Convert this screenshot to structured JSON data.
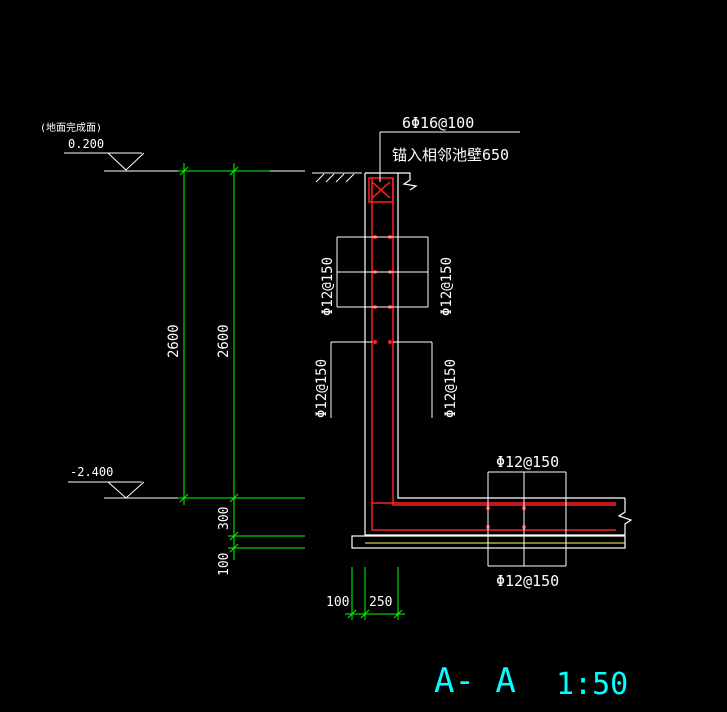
{
  "elevation_top": {
    "note": "(地面完成面)",
    "value": "0.200"
  },
  "elevation_bottom": {
    "value": "-2.400"
  },
  "dims": {
    "height_outer": "2600",
    "height_inner": "2600",
    "slab": "300",
    "cushion": "100",
    "offset": "100",
    "wall": "250"
  },
  "rebar": {
    "top_bars": "6Φ16@100",
    "anchor_note": "锚入相邻池壁650",
    "wall_left_upper": "Φ12@150",
    "wall_right_upper": "Φ12@150",
    "wall_left_lower": "Φ12@150",
    "wall_right_lower": "Φ12@150",
    "slab_top": "Φ12@150",
    "slab_bottom": "Φ12@150"
  },
  "section": {
    "name": "A- A",
    "scale": "1:50"
  },
  "colors": {
    "concrete": "#ffffff",
    "rebar": "#ff2020",
    "dims": "#00ff00",
    "section": "#00ffff",
    "cushion": "#ffff66"
  }
}
